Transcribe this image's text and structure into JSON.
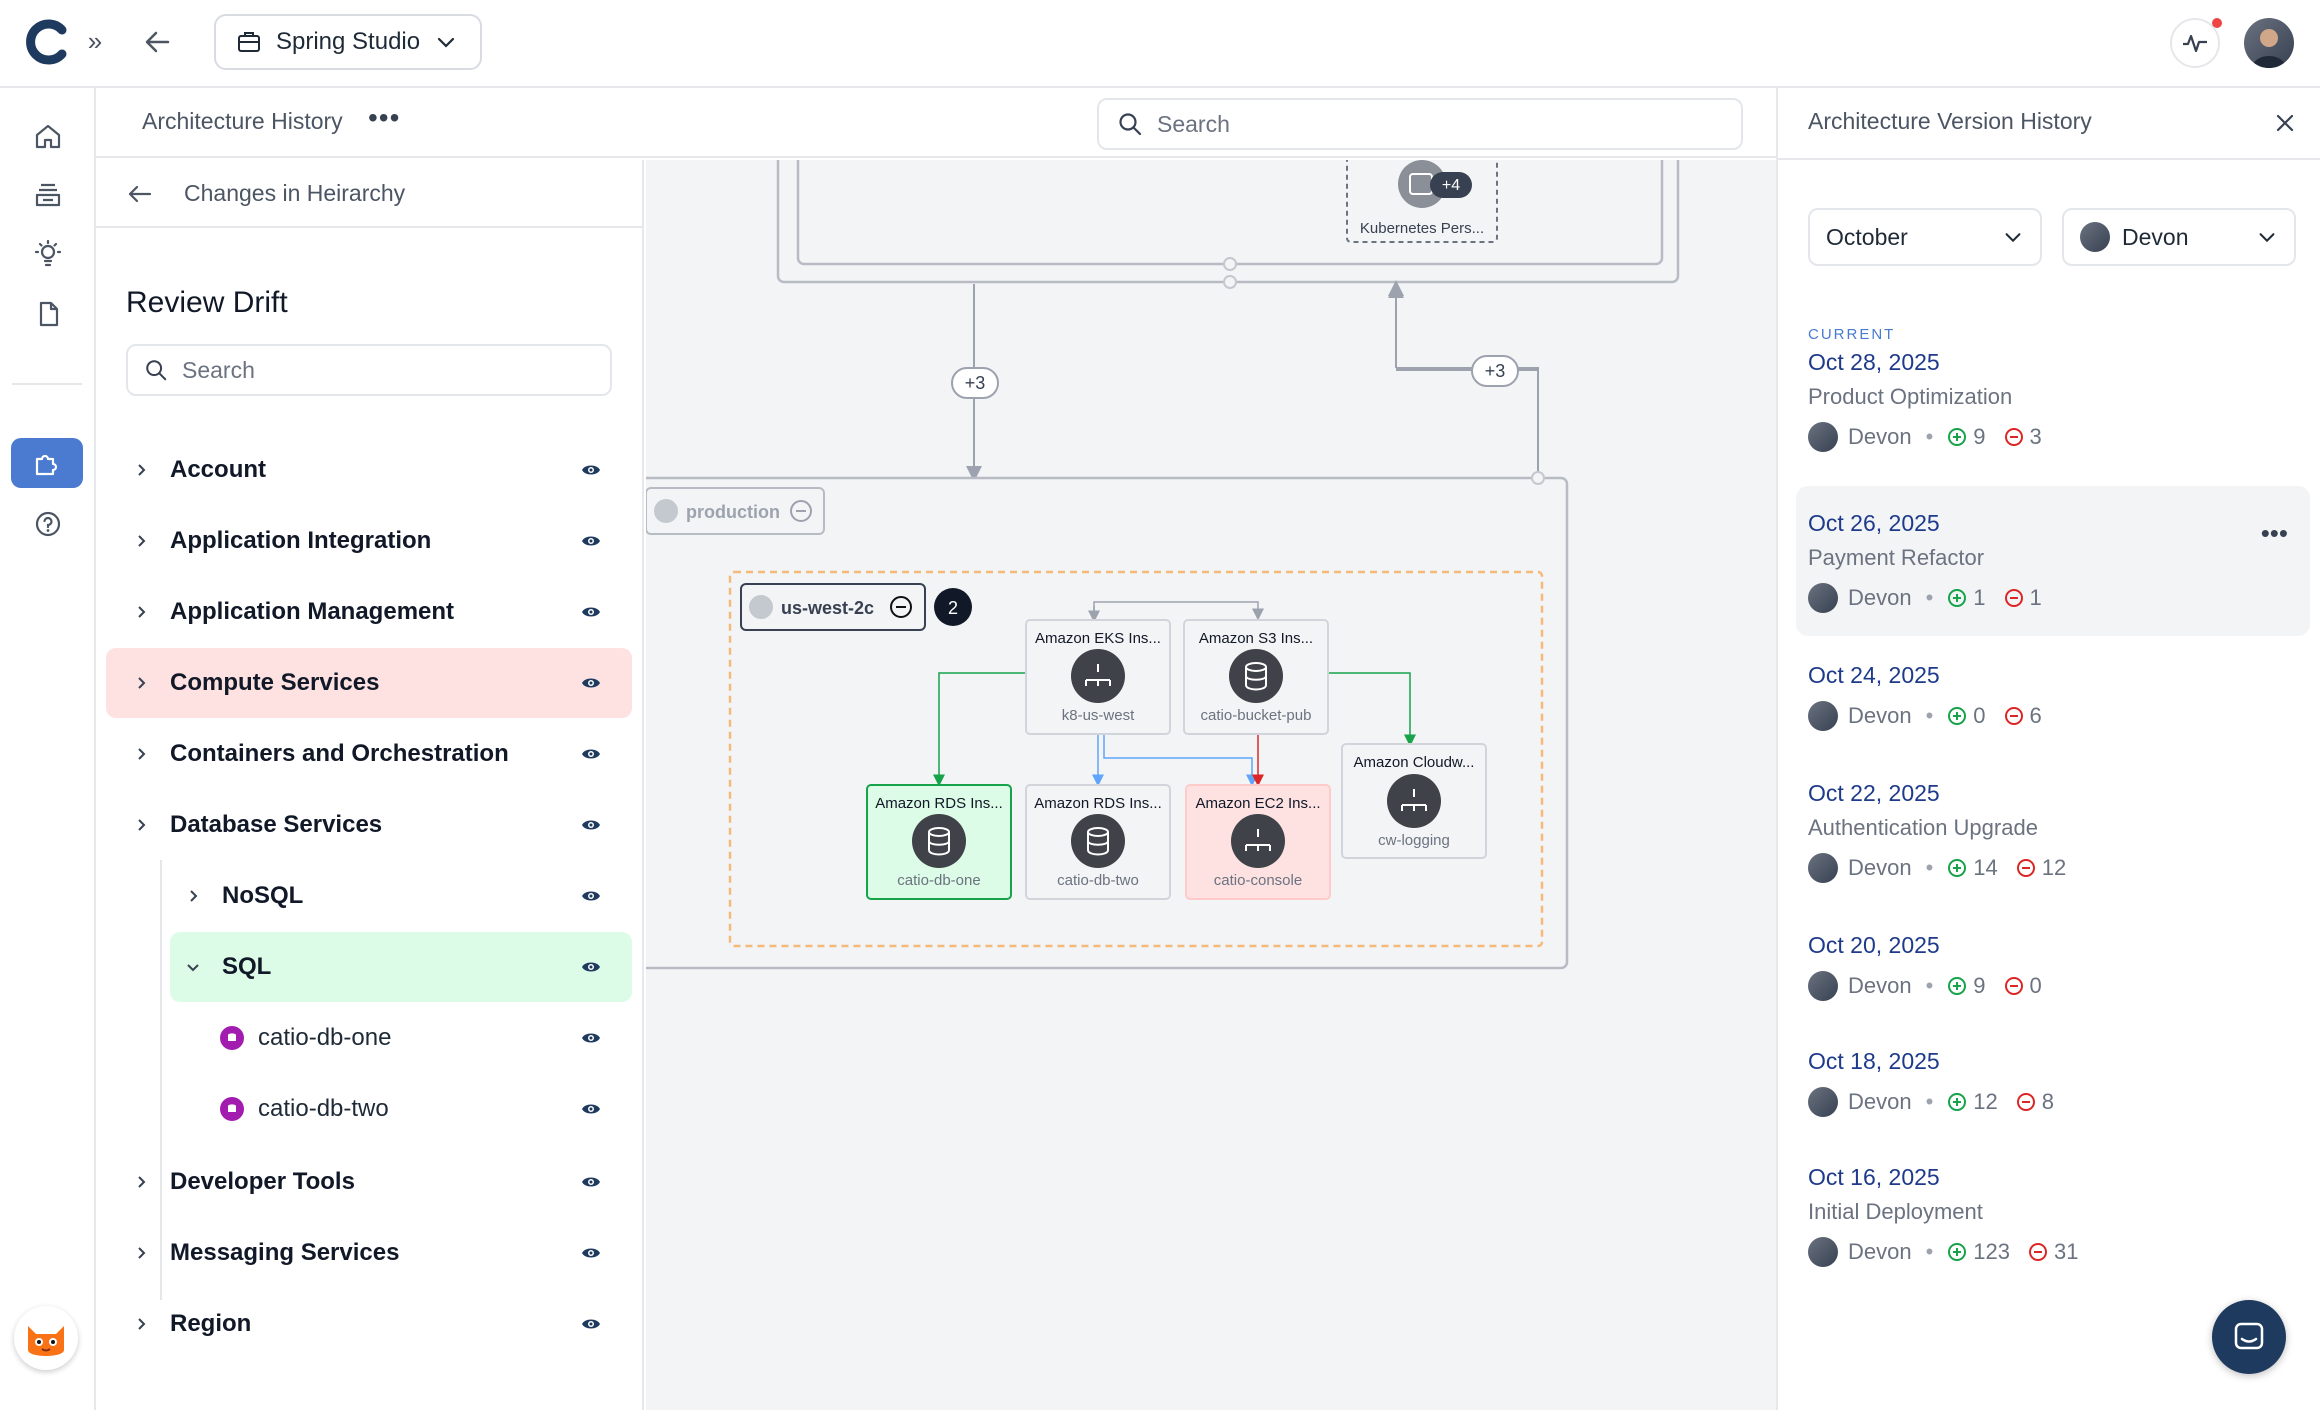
{
  "workspace": {
    "name": "Spring Studio"
  },
  "subheader": {
    "title": "Architecture History",
    "more_label": "•••"
  },
  "canvas_search": {
    "placeholder": "Search"
  },
  "left_panel": {
    "header_title": "Changes in Heirarchy",
    "review_title": "Review Drift",
    "search_placeholder": "Search",
    "tree": [
      {
        "label": "Account"
      },
      {
        "label": "Application Integration"
      },
      {
        "label": "Application Management"
      },
      {
        "label": "Compute Services",
        "status": "removed"
      },
      {
        "label": "Containers and Orchestration"
      },
      {
        "label": "Database Services",
        "children": [
          {
            "label": "NoSQL"
          },
          {
            "label": "SQL",
            "status": "added",
            "children": [
              {
                "label": "catio-db-one"
              },
              {
                "label": "catio-db-two"
              }
            ]
          }
        ]
      },
      {
        "label": "Developer Tools"
      },
      {
        "label": "Messaging Services"
      },
      {
        "label": "Region"
      }
    ]
  },
  "diagram": {
    "top_group_node": {
      "label": "Kubernetes Pers...",
      "badge": "+4"
    },
    "edge_badges": [
      "+3",
      "+3"
    ],
    "environment": {
      "label": "production"
    },
    "zone": {
      "label": "us-west-2c",
      "count": "2"
    },
    "nodes": [
      {
        "title": "Amazon EKS Ins...",
        "name": "k8-us-west",
        "icon": "network-icon",
        "status": "unchanged"
      },
      {
        "title": "Amazon S3 Ins...",
        "name": "catio-bucket-pub",
        "icon": "database-icon",
        "status": "unchanged"
      },
      {
        "title": "Amazon Cloudw...",
        "name": "cw-logging",
        "icon": "network-icon",
        "status": "unchanged"
      },
      {
        "title": "Amazon RDS Ins...",
        "name": "catio-db-one",
        "icon": "database-icon",
        "status": "added"
      },
      {
        "title": "Amazon RDS Ins...",
        "name": "catio-db-two",
        "icon": "database-icon",
        "status": "unchanged"
      },
      {
        "title": "Amazon EC2 Ins...",
        "name": "catio-console",
        "icon": "network-icon",
        "status": "removed"
      }
    ]
  },
  "right_panel": {
    "title": "Architecture Version History",
    "month_filter": "October",
    "user_filter": "Devon",
    "current_label": "CURRENT",
    "versions": [
      {
        "date": "Oct 28, 2025",
        "name": "Product Optimization",
        "user": "Devon",
        "added": "9",
        "removed": "3"
      },
      {
        "date": "Oct 26, 2025",
        "name": "Payment Refactor",
        "user": "Devon",
        "added": "1",
        "removed": "1"
      },
      {
        "date": "Oct 24, 2025",
        "name": "",
        "user": "Devon",
        "added": "0",
        "removed": "6"
      },
      {
        "date": "Oct 22, 2025",
        "name": "Authentication Upgrade",
        "user": "Devon",
        "added": "14",
        "removed": "12"
      },
      {
        "date": "Oct 20, 2025",
        "name": "",
        "user": "Devon",
        "added": "9",
        "removed": "0"
      },
      {
        "date": "Oct 18, 2025",
        "name": "",
        "user": "Devon",
        "added": "12",
        "removed": "8"
      },
      {
        "date": "Oct 16, 2025",
        "name": "Initial Deployment",
        "user": "Devon",
        "added": "123",
        "removed": "31"
      }
    ]
  },
  "colors": {
    "accent": "#4a7bd0",
    "added": "#16a34a",
    "removed": "#dc2626",
    "added_bg": "#dcfce7",
    "removed_bg": "#fee2e2",
    "zone_border": "#f5b97a"
  }
}
